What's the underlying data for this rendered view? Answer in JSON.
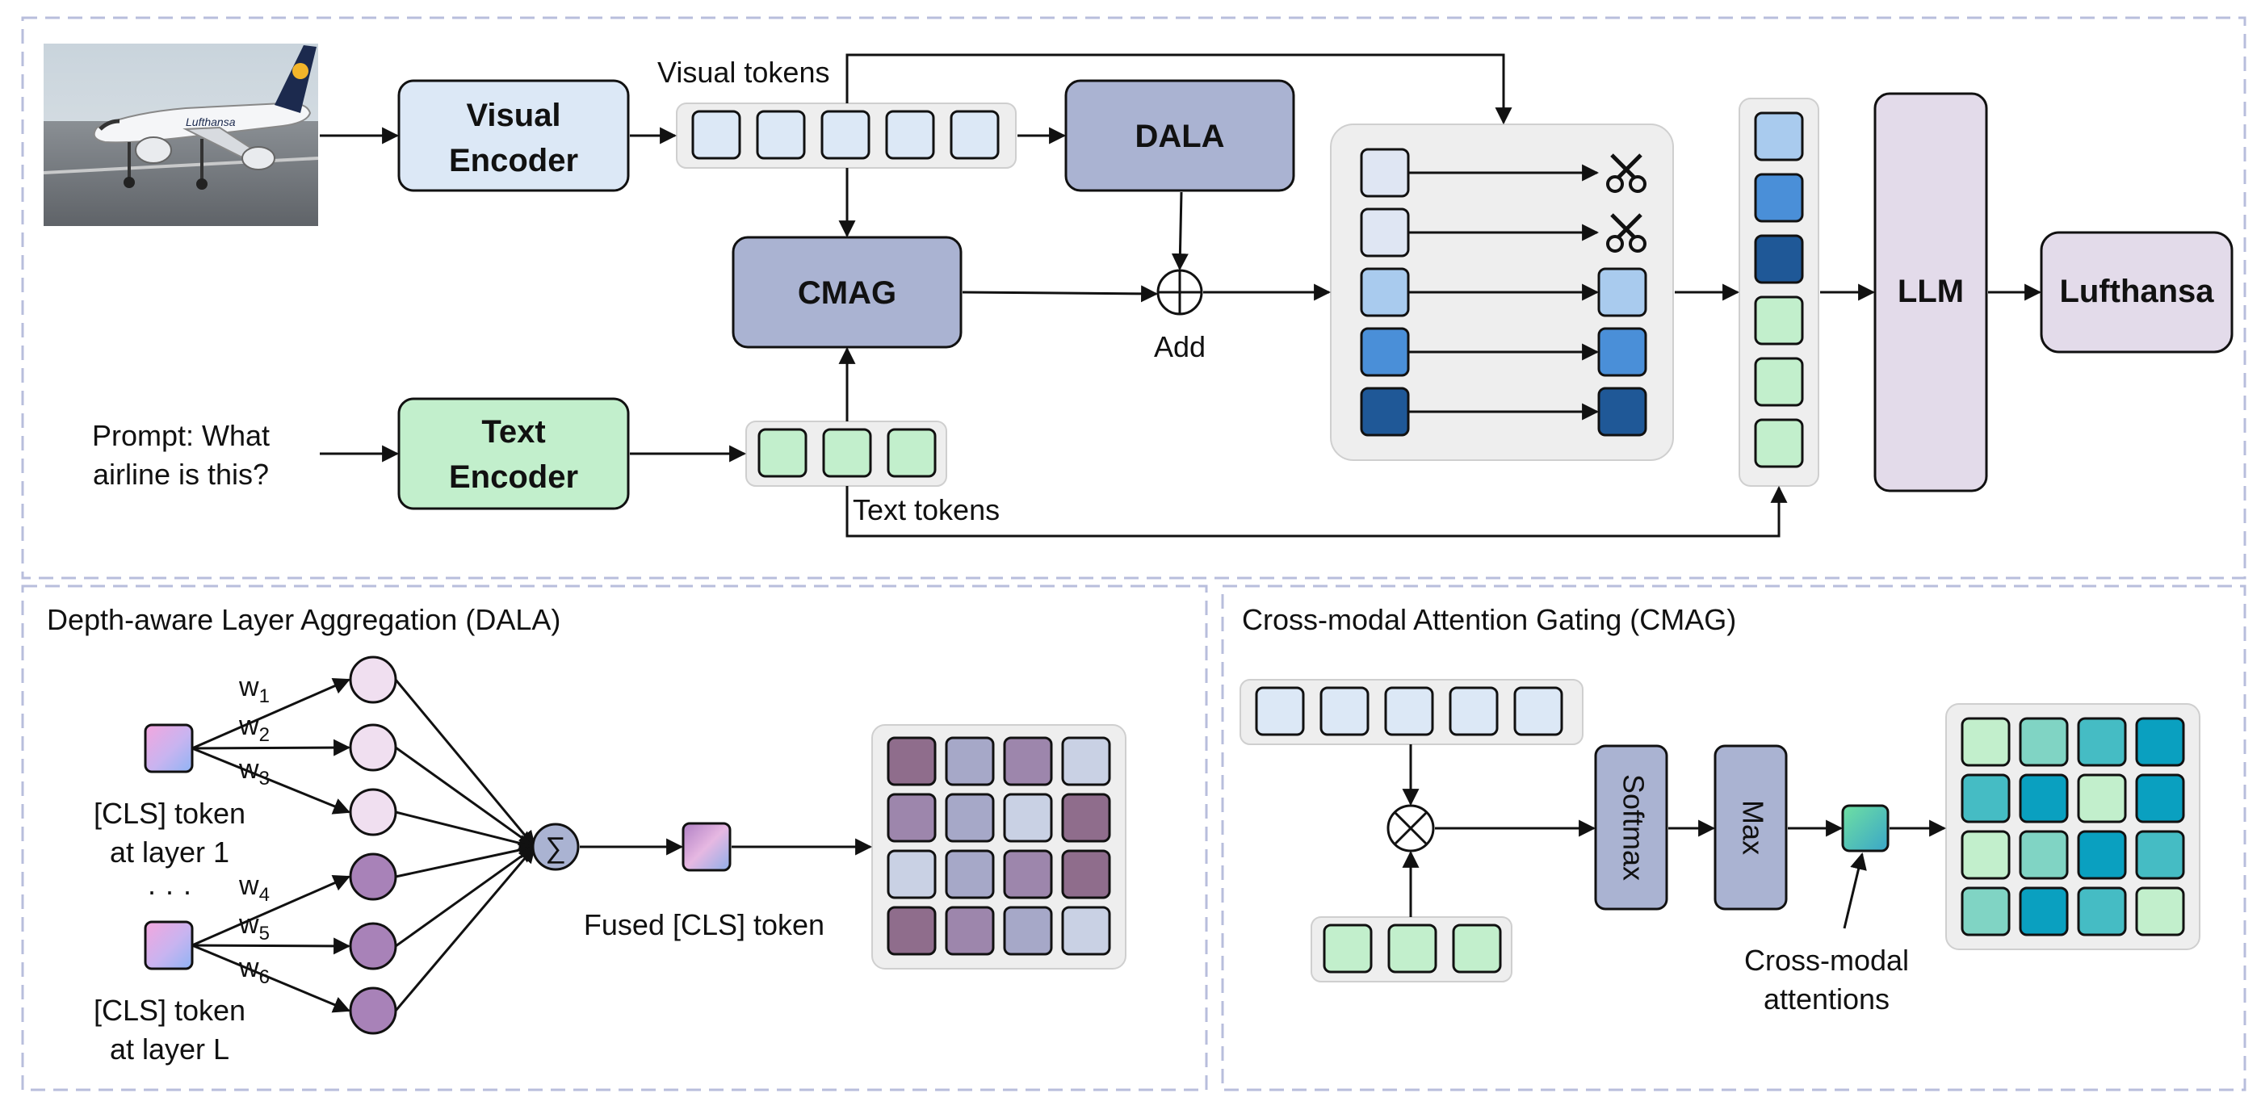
{
  "top": {
    "visual_encoder": [
      "Visual",
      "Encoder"
    ],
    "text_encoder": [
      "Text",
      "Encoder"
    ],
    "visual_tokens": "Visual tokens",
    "text_tokens": "Text tokens",
    "dala": "DALA",
    "cmag": "CMAG",
    "add": "Add",
    "llm": "LLM",
    "answer": "Lufthansa",
    "prompt": [
      "Prompt: What",
      "airline is this?"
    ],
    "image_caption": "Lufthansa"
  },
  "dala_panel": {
    "title": "Depth-aware Layer Aggregation (DALA)",
    "weights": [
      "w",
      "w",
      "w",
      "w",
      "w",
      "w"
    ],
    "weight_subs": [
      "1",
      "2",
      "3",
      "4",
      "5",
      "6"
    ],
    "cls_layer1": [
      "[CLS] token",
      "at layer 1"
    ],
    "dots": "· · ·",
    "cls_layerL": [
      "[CLS] token",
      "at layer L"
    ],
    "sum": "∑",
    "fused": "Fused [CLS] token"
  },
  "cmag_panel": {
    "title": "Cross-modal Attention Gating (CMAG)",
    "softmax": "Softmax",
    "max": "Max",
    "cross_modal": [
      "Cross-modal",
      "attentions"
    ]
  },
  "colors": {
    "visual_token": "#dce8f6",
    "text_token": "#c2efcc",
    "dala_box": "#aab3d2",
    "llm_box": "#e3dbea",
    "blue_light": "#a9cbee",
    "blue_mid": "#4a8fd8",
    "blue_dark": "#1f5897"
  }
}
